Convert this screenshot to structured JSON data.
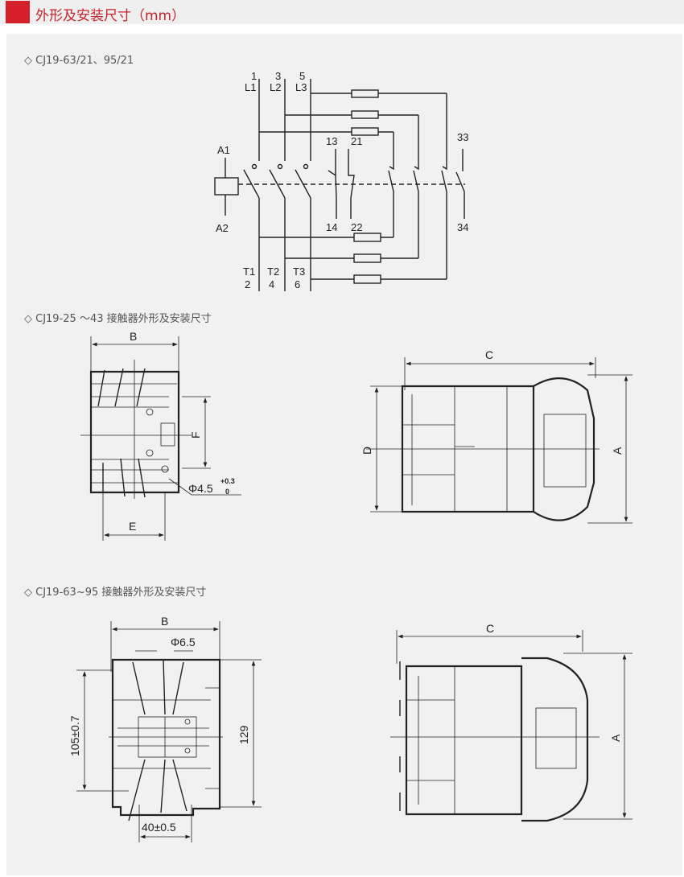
{
  "header": {
    "title": "外形及安装尺寸（mm）",
    "accent_color": "#d7212a"
  },
  "sections": [
    {
      "label": "◇ CJ19-63/21、95/21"
    },
    {
      "label": "◇ CJ19-25 ～43 接触器外形及安装尺寸"
    },
    {
      "label": "◇ CJ19-63~95 接触器外形及安装尺寸"
    }
  ],
  "schematic": {
    "terminals_top": [
      {
        "num": "1",
        "name": "L1"
      },
      {
        "num": "3",
        "name": "L2"
      },
      {
        "num": "5",
        "name": "L3"
      }
    ],
    "terminals_bottom": [
      {
        "name": "T1",
        "num": "2"
      },
      {
        "name": "T2",
        "num": "4"
      },
      {
        "name": "T3",
        "num": "6"
      }
    ],
    "coil": {
      "top": "A1",
      "bottom": "A2"
    },
    "aux": {
      "no_top": "13",
      "no_bottom": "14",
      "nc_top": "21",
      "nc_bottom": "22",
      "no2_top": "33",
      "no2_bottom": "34"
    }
  },
  "drawing_25_43": {
    "dim_b": "B",
    "dim_f": "F",
    "dim_e": "E",
    "hole": "Φ4.5",
    "tol_upper": "+0.3",
    "tol_lower": "0",
    "dim_c": "C",
    "dim_d": "D",
    "dim_a": "A"
  },
  "drawing_63_95": {
    "dim_b": "B",
    "hole": "Φ6.5",
    "dim_height": "105±0.7",
    "dim_total": "129",
    "dim_width": "40±0.5",
    "dim_c": "C",
    "dim_a": "A"
  }
}
